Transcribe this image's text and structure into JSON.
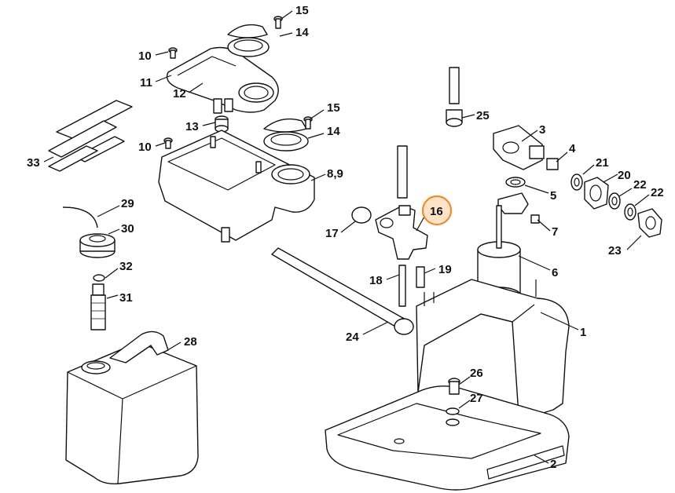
{
  "diagram": {
    "callouts": [
      {
        "id": "c1",
        "text": "1"
      },
      {
        "id": "c2",
        "text": "2"
      },
      {
        "id": "c3",
        "text": "3"
      },
      {
        "id": "c4",
        "text": "4"
      },
      {
        "id": "c5",
        "text": "5"
      },
      {
        "id": "c6",
        "text": "6"
      },
      {
        "id": "c7",
        "text": "7"
      },
      {
        "id": "c89",
        "text": "8,9"
      },
      {
        "id": "c10a",
        "text": "10"
      },
      {
        "id": "c10b",
        "text": "10"
      },
      {
        "id": "c11",
        "text": "11"
      },
      {
        "id": "c12",
        "text": "12"
      },
      {
        "id": "c13",
        "text": "13"
      },
      {
        "id": "c14a",
        "text": "14"
      },
      {
        "id": "c14b",
        "text": "14"
      },
      {
        "id": "c15a",
        "text": "15"
      },
      {
        "id": "c15b",
        "text": "15"
      },
      {
        "id": "c16",
        "text": "16",
        "highlighted": true
      },
      {
        "id": "c17",
        "text": "17"
      },
      {
        "id": "c18",
        "text": "18"
      },
      {
        "id": "c19",
        "text": "19"
      },
      {
        "id": "c20",
        "text": "20"
      },
      {
        "id": "c21",
        "text": "21"
      },
      {
        "id": "c22a",
        "text": "22"
      },
      {
        "id": "c22b",
        "text": "22"
      },
      {
        "id": "c23",
        "text": "23"
      },
      {
        "id": "c24",
        "text": "24"
      },
      {
        "id": "c25",
        "text": "25"
      },
      {
        "id": "c26",
        "text": "26"
      },
      {
        "id": "c27",
        "text": "27"
      },
      {
        "id": "c28",
        "text": "28"
      },
      {
        "id": "c29",
        "text": "29"
      },
      {
        "id": "c30",
        "text": "30"
      },
      {
        "id": "c31",
        "text": "31"
      },
      {
        "id": "c32",
        "text": "32"
      },
      {
        "id": "c33",
        "text": "33"
      }
    ],
    "highlight_color": "#f08a2c",
    "highlight_fill": "#fde3c8"
  }
}
